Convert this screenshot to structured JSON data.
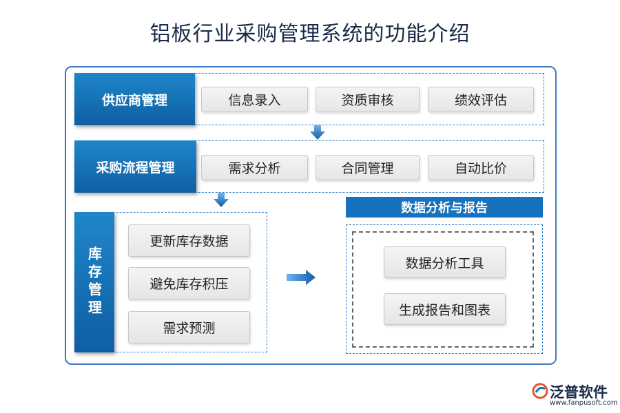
{
  "title": "铝板行业采购管理系统的功能介绍",
  "supplier": {
    "label": "供应商管理",
    "items": [
      "信息录入",
      "资质审核",
      "绩效评估"
    ]
  },
  "procurement": {
    "label": "采购流程管理",
    "items": [
      "需求分析",
      "合同管理",
      "自动比价"
    ]
  },
  "inventory": {
    "label": "库存管理",
    "items": [
      "更新库存数据",
      "避免库存积压",
      "需求预测"
    ]
  },
  "report": {
    "label": "数据分析与报告",
    "items": [
      "数据分析工具",
      "生成报告和图表"
    ]
  },
  "logo": {
    "name": "泛普软件",
    "url": "www.fanpusoft.com"
  },
  "colors": {
    "label_blue": "#1672bf",
    "frame_blue": "#3a78c8"
  }
}
